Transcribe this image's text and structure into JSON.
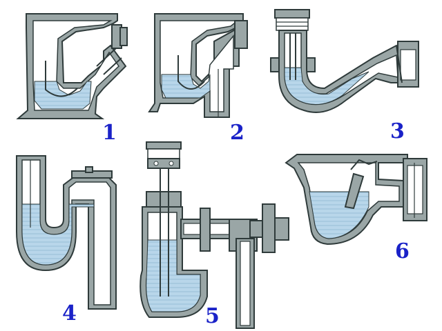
{
  "colors": {
    "water": "#b8d6ea",
    "wall": "#9aa6a6",
    "outline": "#2e3a3a",
    "label": "#1a22c8",
    "background": "#ffffff"
  },
  "labels": [
    {
      "id": "trap-1",
      "text": "1"
    },
    {
      "id": "trap-2",
      "text": "2"
    },
    {
      "id": "trap-3",
      "text": "3"
    },
    {
      "id": "trap-4",
      "text": "4"
    },
    {
      "id": "trap-5",
      "text": "5"
    },
    {
      "id": "trap-6",
      "text": "6"
    }
  ]
}
